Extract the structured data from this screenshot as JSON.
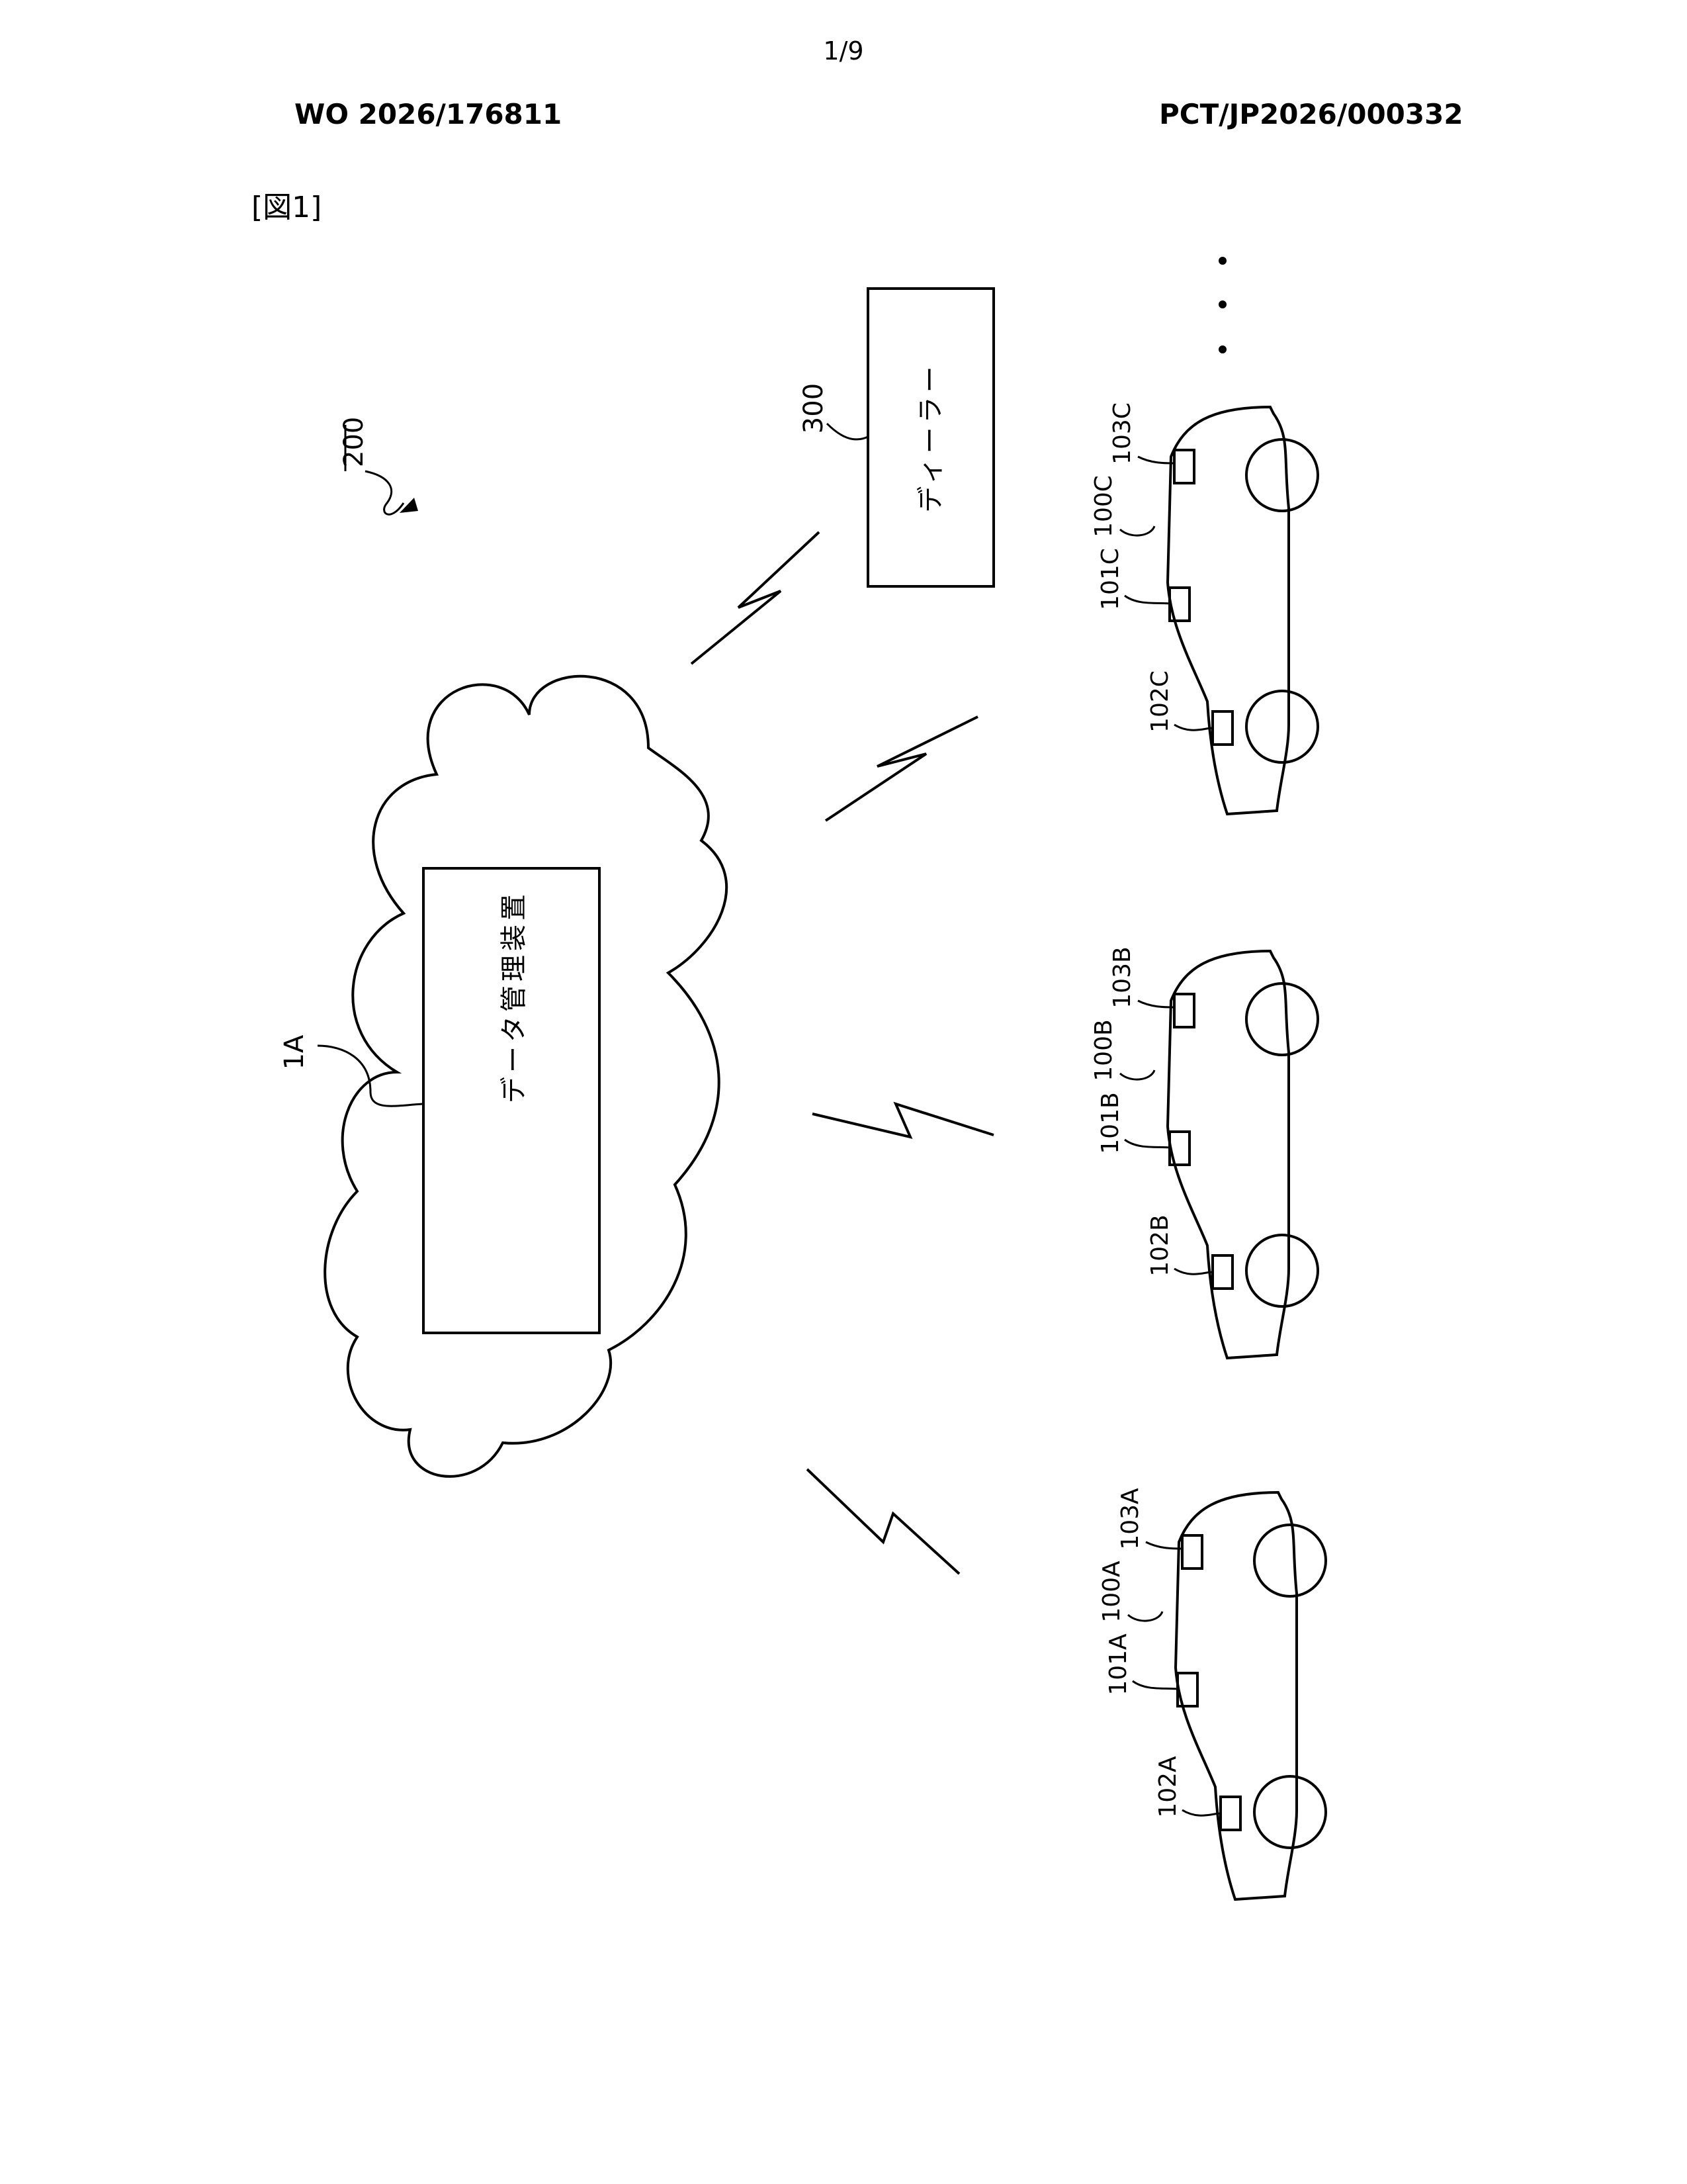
{
  "header": {
    "page_number": "1/9",
    "publication_number": "WO 2026/176811",
    "application_number": "PCT/JP2026/000332"
  },
  "figure": {
    "label": "[図1]",
    "system_ref": "200",
    "cloud": {
      "ref": "1A",
      "box_label": "データ管理装置"
    },
    "dealer": {
      "ref": "300",
      "box_label": "ディーラー"
    },
    "vehicles": [
      {
        "body": "100C",
        "sensor": "101C",
        "front_unit": "102C",
        "rear_unit": "103C"
      },
      {
        "body": "100B",
        "sensor": "101B",
        "front_unit": "102B",
        "rear_unit": "103B"
      },
      {
        "body": "100A",
        "sensor": "101A",
        "front_unit": "102A",
        "rear_unit": "103A"
      }
    ]
  }
}
